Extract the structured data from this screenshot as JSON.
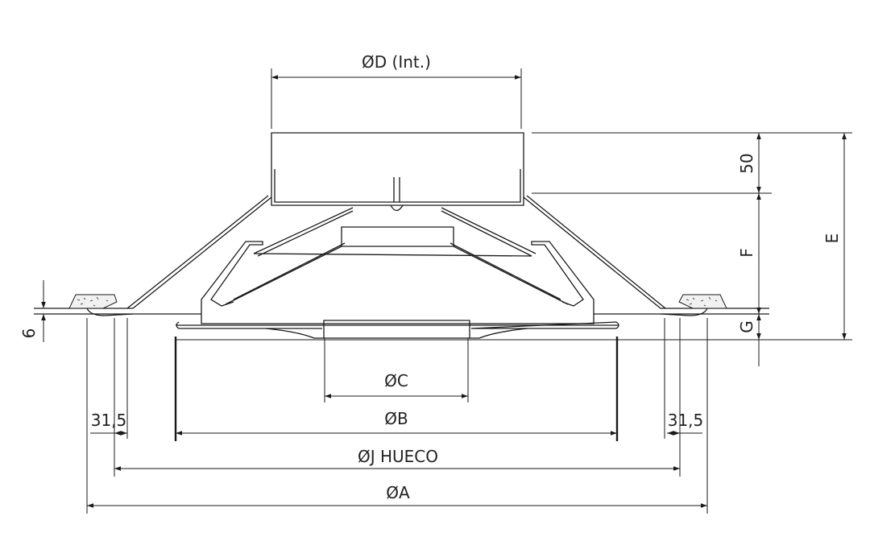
{
  "dimensions": {
    "d_int": "ØD (Int.)",
    "c": "ØC",
    "b": "ØB",
    "j_hueco": "ØJ HUECO",
    "a": "ØA",
    "flange_left": "31,5",
    "flange_right": "31,5",
    "thickness": "6",
    "neck_height": "50",
    "e": "E",
    "f": "F",
    "g": "G"
  }
}
